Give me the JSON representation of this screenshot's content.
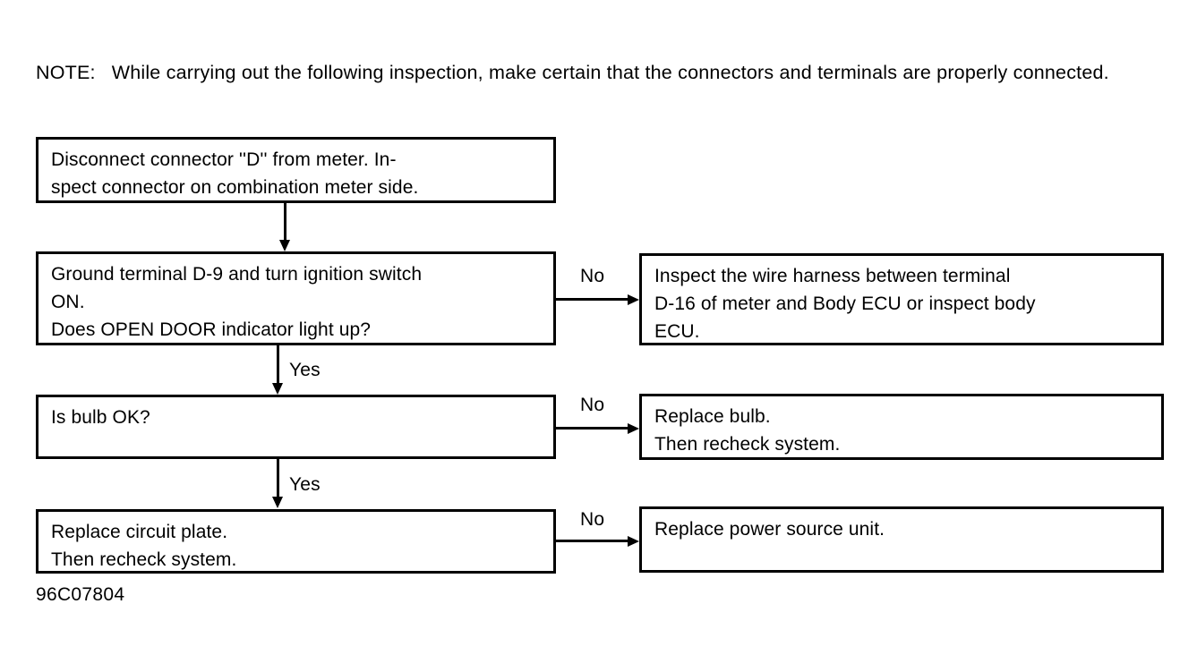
{
  "page": {
    "note": {
      "label": "NOTE:",
      "text": "While carrying out the following inspection, make certain that the connectors and terminals are properly connected."
    },
    "caption": "96C07804"
  },
  "flowchart": {
    "type": "flowchart",
    "boxes": [
      {
        "id": "disconnect",
        "column": "left",
        "text": "Disconnect connector ''D'' from meter. In-\nspect connector on combination meter side."
      },
      {
        "id": "ground",
        "column": "left",
        "text": "Ground terminal D-9 and turn ignition switch\nON.\nDoes OPEN DOOR indicator light up?"
      },
      {
        "id": "bulb",
        "column": "left",
        "text": "Is bulb OK?"
      },
      {
        "id": "circuit",
        "column": "left",
        "text": "Replace circuit plate.\nThen recheck system."
      },
      {
        "id": "harness",
        "column": "right",
        "text": "Inspect the wire harness between terminal\nD-16 of meter and Body ECU or inspect body\nECU."
      },
      {
        "id": "replacebulb",
        "column": "right",
        "text": "Replace bulb.\nThen recheck system."
      },
      {
        "id": "powerunit",
        "column": "right",
        "text": "Replace power source unit."
      }
    ],
    "edges": [
      {
        "id": "disconnect-to-ground",
        "from": "disconnect",
        "to": "ground",
        "label": "",
        "direction": "down"
      },
      {
        "id": "ground-to-harness",
        "from": "ground",
        "to": "harness",
        "label": "No",
        "direction": "right"
      },
      {
        "id": "ground-to-bulb",
        "from": "ground",
        "to": "bulb",
        "label": "Yes",
        "direction": "down"
      },
      {
        "id": "bulb-to-replacebulb",
        "from": "bulb",
        "to": "replacebulb",
        "label": "No",
        "direction": "right"
      },
      {
        "id": "bulb-to-circuit",
        "from": "bulb",
        "to": "circuit",
        "label": "Yes",
        "direction": "down"
      },
      {
        "id": "circuit-to-powerunit",
        "from": "circuit",
        "to": "powerunit",
        "label": "No",
        "direction": "right"
      }
    ]
  }
}
